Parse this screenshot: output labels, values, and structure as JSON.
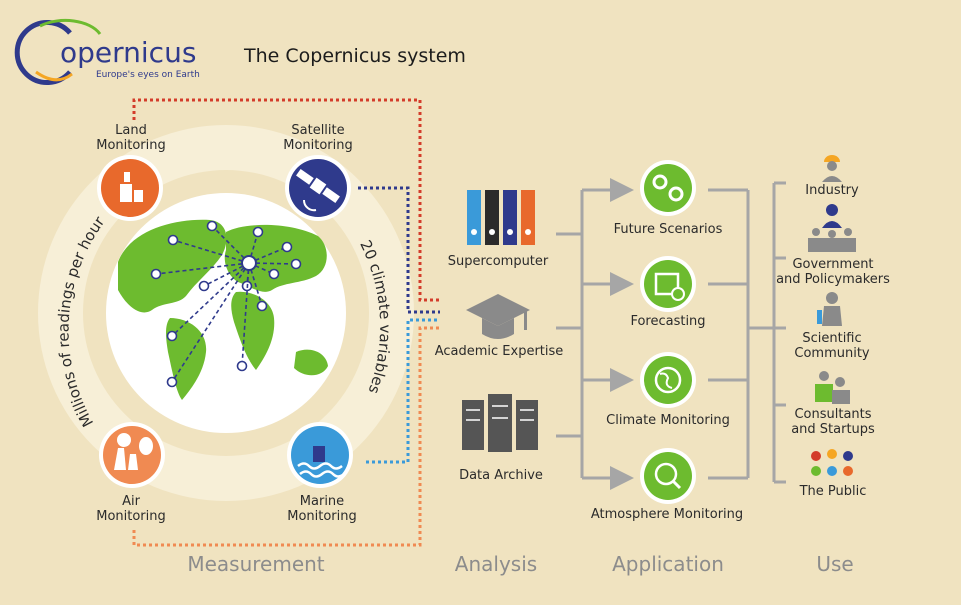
{
  "logo": {
    "name": "opernicus",
    "letter": "C",
    "tagline": "Europe's eyes on Earth"
  },
  "title": "The Copernicus system",
  "measurement": {
    "land": "Land\nMonitoring",
    "satellite": "Satellite\nMonitoring",
    "air": "Air\nMonitoring",
    "marine": "Marine\nMonitoring",
    "arc_left": "Millions of readings per hour",
    "arc_right": "20 climate variables"
  },
  "analysis": {
    "supercomputer": "Supercomputer",
    "academic": "Academic Expertise",
    "archive": "Data Archive"
  },
  "application": {
    "future": "Future Scenarios",
    "forecasting": "Forecasting",
    "climate": "Climate Monitoring",
    "atmosphere": "Atmosphere Monitoring"
  },
  "use": {
    "industry": "Industry",
    "government": "Government\nand Policymakers",
    "scientific": "Scientific\nCommunity",
    "consultants": "Consultants\nand Startups",
    "public": "The Public"
  },
  "sections": {
    "measurement": "Measurement",
    "analysis": "Analysis",
    "application": "Application",
    "use": "Use"
  },
  "colors": {
    "background": "#f0e3c0",
    "green": "#6dbb2f",
    "land": "#e8692c",
    "satellite": "#2f3a8c",
    "air": "#f08a52",
    "marine": "#3a9ad9",
    "dots_red": "#d33c2a",
    "lines": "#a6a6a6"
  }
}
